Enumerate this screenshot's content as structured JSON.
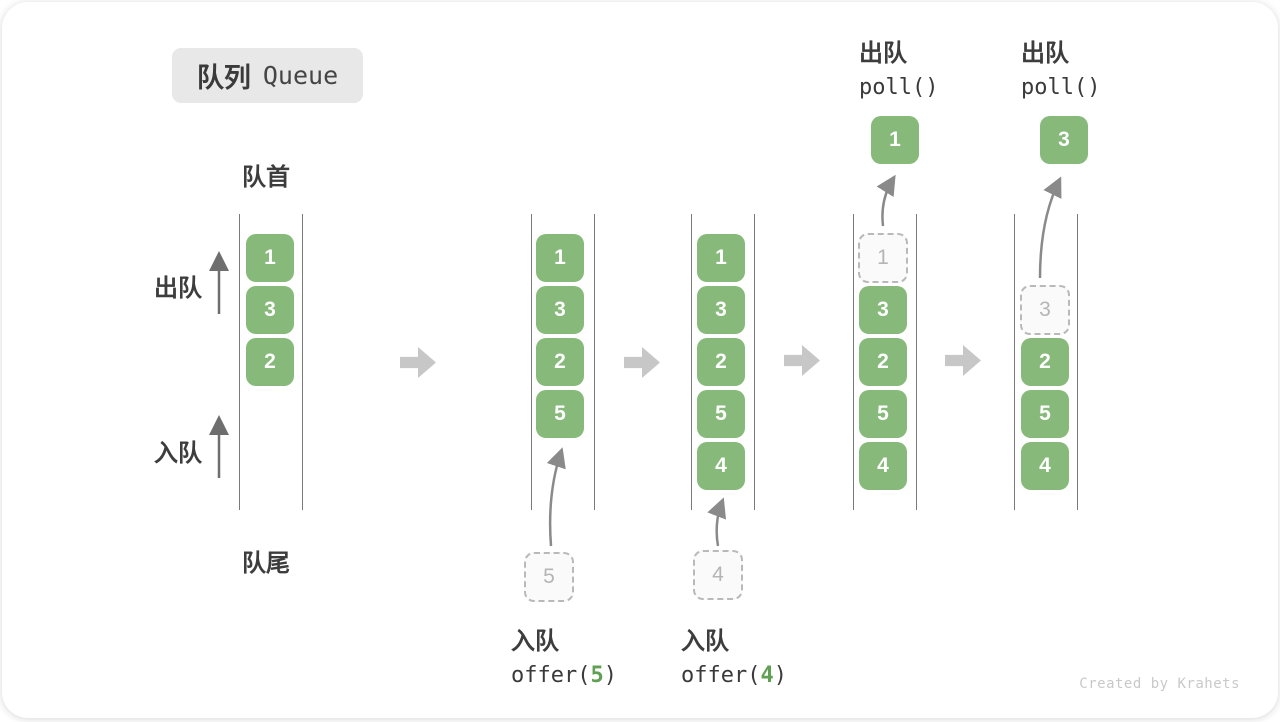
{
  "title": {
    "zh": "队列",
    "en": "Queue"
  },
  "labels": {
    "front": "队首",
    "rear": "队尾",
    "dequeue_side": "出队",
    "enqueue_side": "入队"
  },
  "ops": {
    "enqueue_5": {
      "label": "入队",
      "pre": "offer(",
      "arg": "5",
      "post": ")"
    },
    "enqueue_4": {
      "label": "入队",
      "pre": "offer(",
      "arg": "4",
      "post": ")"
    },
    "dequeue_1": {
      "label": "出队",
      "code": "poll()"
    },
    "dequeue_2": {
      "label": "出队",
      "code": "poll()"
    }
  },
  "states": [
    {
      "cells": [
        "1",
        "3",
        "2"
      ]
    },
    {
      "cells": [
        "1",
        "3",
        "2",
        "5"
      ],
      "pending_in": "5"
    },
    {
      "cells": [
        "1",
        "3",
        "2",
        "5",
        "4"
      ],
      "pending_in": "4"
    },
    {
      "cells": [
        "3",
        "2",
        "5",
        "4"
      ],
      "ghost": "1",
      "polled": "1"
    },
    {
      "cells": [
        "2",
        "5",
        "4"
      ],
      "ghost": "3",
      "polled": "3"
    }
  ],
  "credit": "Created by Krahets",
  "colors": {
    "cell_green": "#86b97a",
    "code_arg_green": "#5fa052",
    "badge_bg": "#e8e8e8",
    "ghost_border": "#b9b9b9",
    "block_arrow_gray": "#c7c7c7",
    "rail_gray": "#7a7a7a",
    "curve_arrow_gray": "#8a8a8a"
  }
}
